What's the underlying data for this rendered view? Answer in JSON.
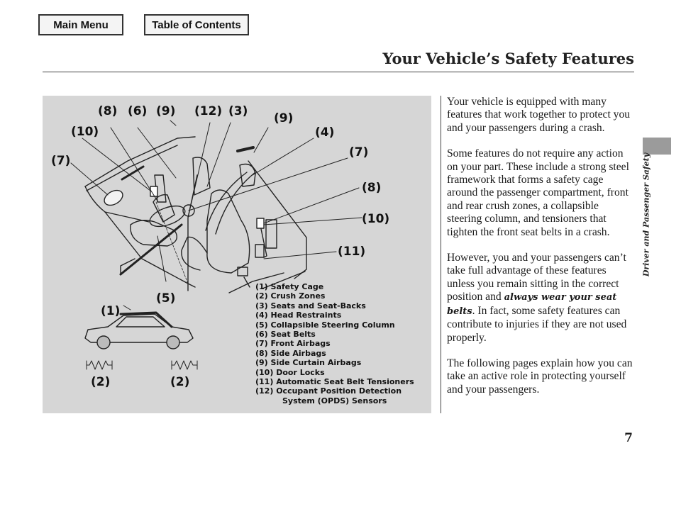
{
  "nav": {
    "main_menu": "Main Menu",
    "table_of_contents": "Table of Contents"
  },
  "header": {
    "title": "Your Vehicle’s Safety Features"
  },
  "sidebar": {
    "section_label": "Driver and Passenger Safety"
  },
  "figure": {
    "callouts": [
      "(8)",
      "(6)",
      "(9)",
      "(12)",
      "(3)",
      "(9)",
      "(10)",
      "(4)",
      "(7)",
      "(7)",
      "(8)",
      "(10)",
      "(11)",
      "(5)",
      "(1)",
      "(2)",
      "(2)"
    ],
    "legend": [
      "(1) Safety Cage",
      "(2) Crush Zones",
      "(3) Seats and Seat-Backs",
      "(4) Head Restraints",
      "(5) Collapsible Steering Column",
      "(6) Seat Belts",
      "(7) Front Airbags",
      "(8) Side Airbags",
      "(9) Side Curtain Airbags",
      "(10) Door Locks",
      "(11) Automatic Seat Belt Tensioners",
      "(12) Occupant Position Detection"
    ],
    "legend_continuation": "System (OPDS) Sensors"
  },
  "body": {
    "p1": "Your vehicle is equipped with many features that work together to protect you and your passengers during a crash.",
    "p2": "Some features do not require any action on your part. These include a strong steel framework that forms a safety cage around the passenger compartment, front and rear crush zones, a collapsible steering column, and tensioners that tighten the front seat belts in a crash.",
    "p3_before": "However, you and your passengers can’t take full advantage of these features unless you remain sitting in the correct position and ",
    "p3_emphasis": "always wear your seat belts",
    "p3_after": ". In fact, some safety features can contribute to injuries if they are not used properly.",
    "p4": "The following pages explain how you can take an active role in protecting yourself and your passengers."
  },
  "page_number": "7"
}
